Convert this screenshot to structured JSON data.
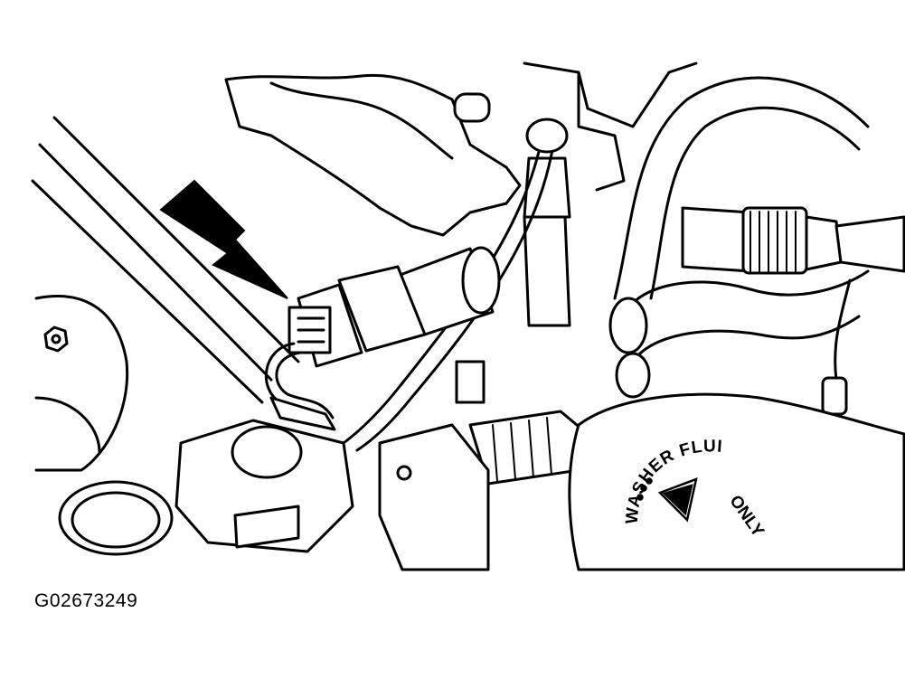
{
  "figure": {
    "id": "G02673249",
    "washer_reservoir": {
      "label_line1": "WASHER FLUID",
      "label_line2": "ONLY"
    }
  },
  "colors": {
    "ink": "#000000",
    "paper": "#ffffff"
  },
  "icons": {
    "pointer": "arrow-icon",
    "washer": "windshield-washer-icon"
  }
}
